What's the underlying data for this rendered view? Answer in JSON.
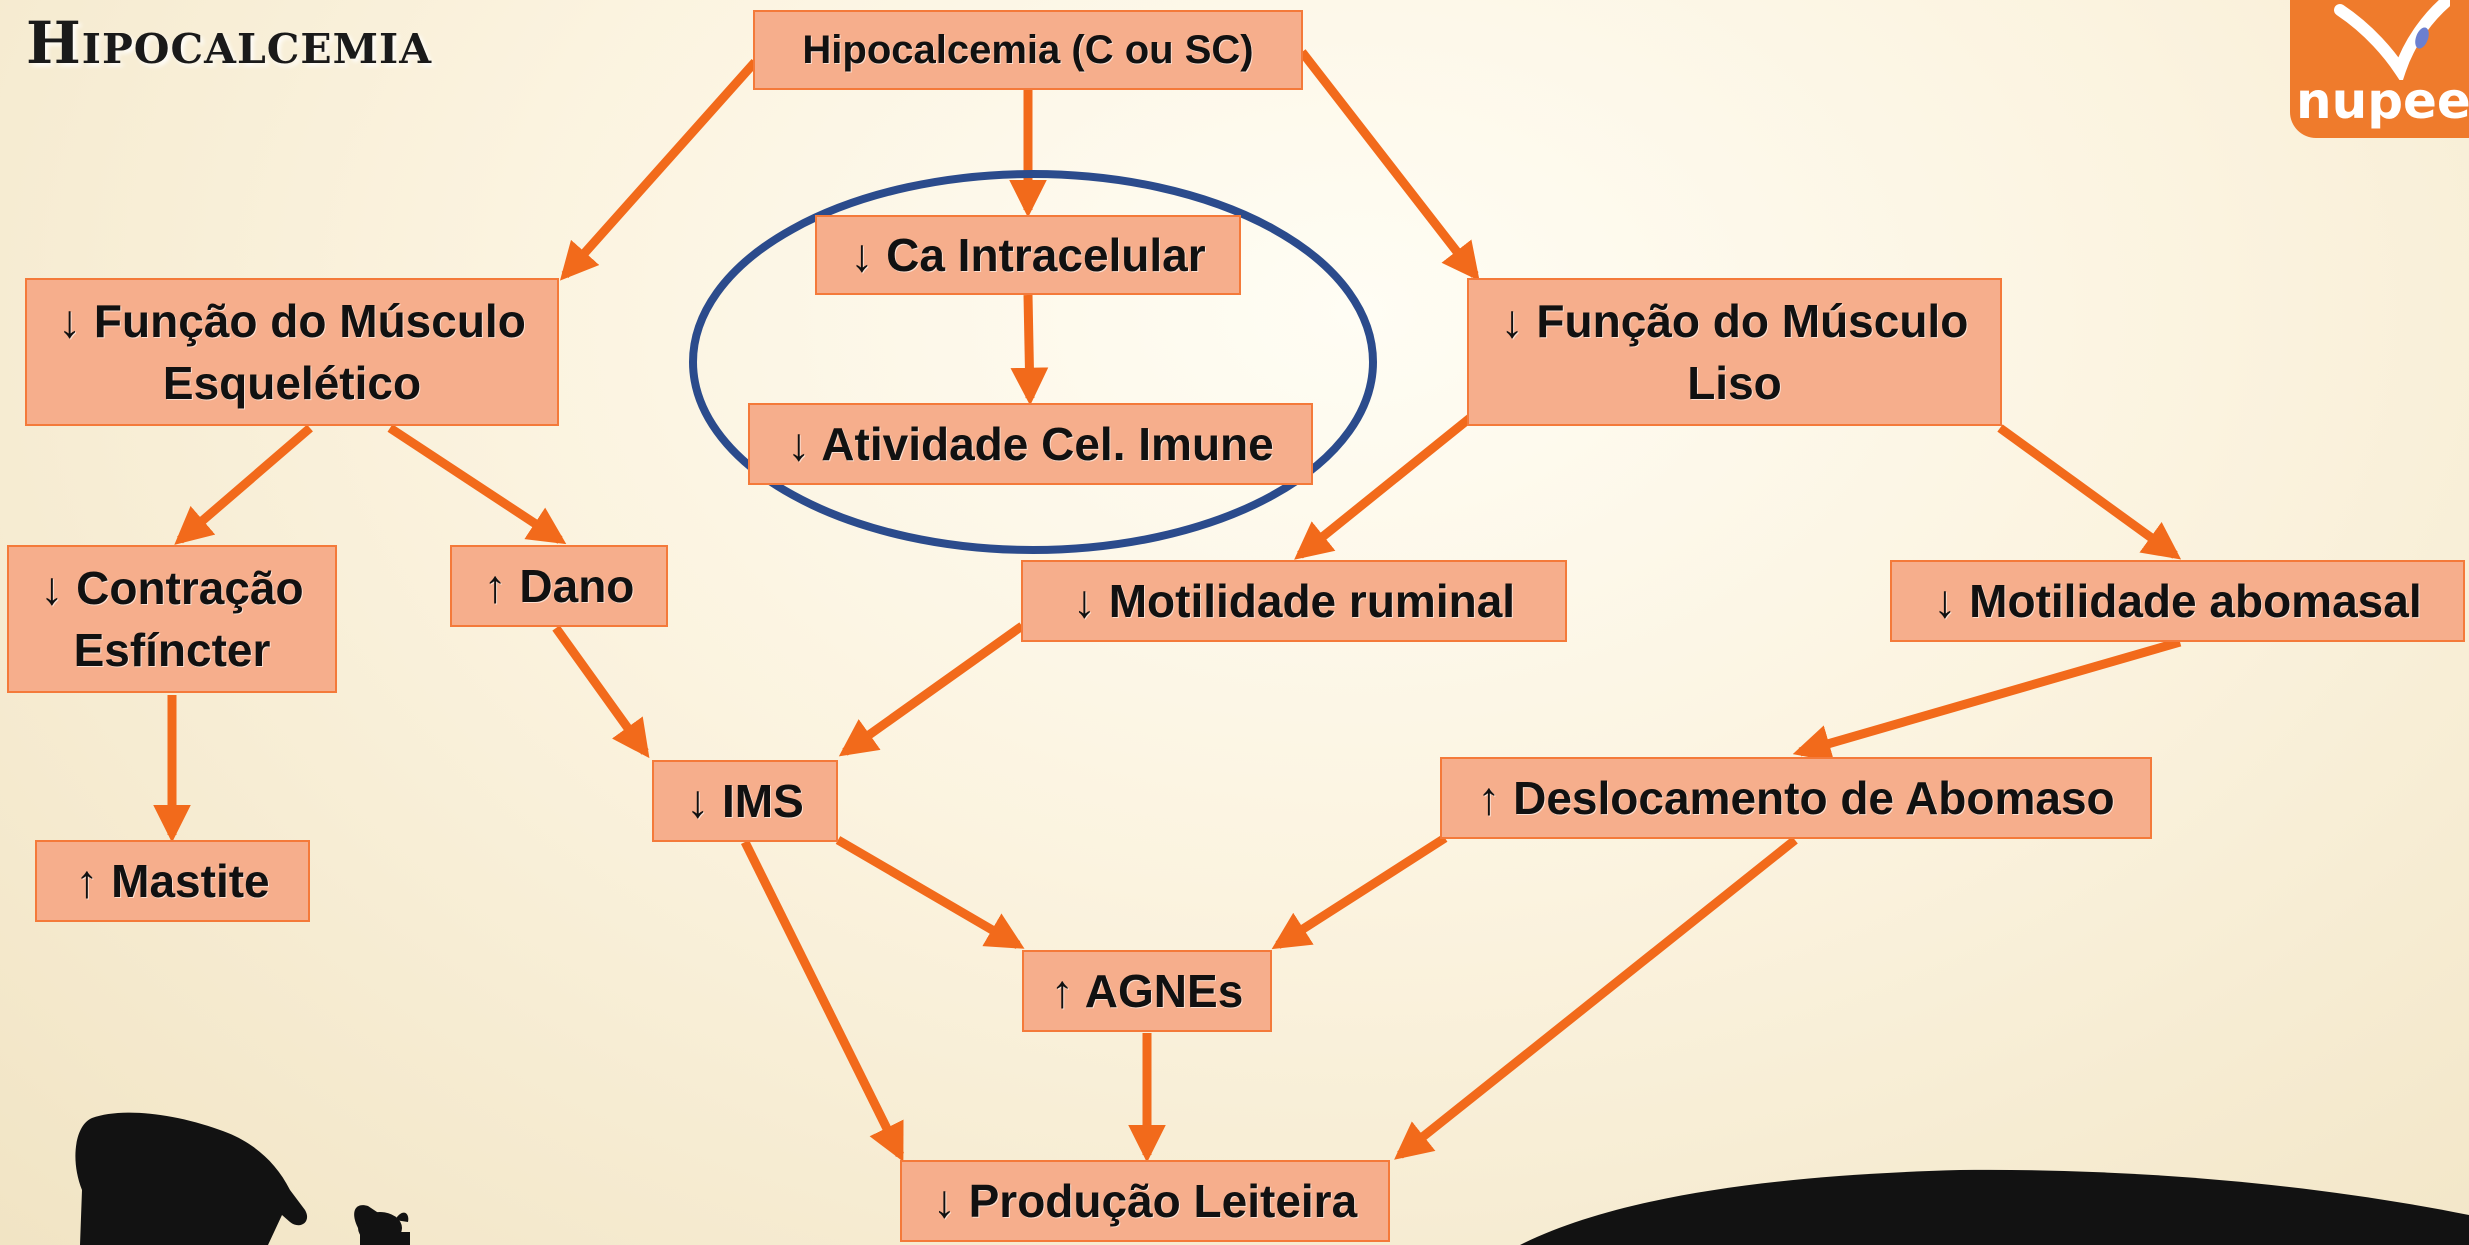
{
  "slide": {
    "title": "Hipocalcemia",
    "logo_text": "nupeec"
  },
  "diagram": {
    "nodes": {
      "root": "Hipocalcemia (C ou SC)",
      "ca_intracelular": "↓ Ca Intracelular",
      "atividade_imune": "↓ Atividade Cel. Imune",
      "musculo_esqueletico": "↓ Função do Músculo\nEsquelético",
      "musculo_liso": "↓ Função do Músculo\nLiso",
      "contracao_esfincter": "↓ Contração\nEsfíncter",
      "dano": "↑ Dano",
      "motilidade_ruminal": "↓ Motilidade ruminal",
      "motilidade_abomasal": "↓ Motilidade abomasal",
      "mastite": "↑ Mastite",
      "ims": "↓ IMS",
      "deslocamento": "↑ Deslocamento de Abomaso",
      "agnes": "↑ AGNEs",
      "producao": "↓ Produção Leiteira"
    },
    "edges": [
      [
        "root",
        "musculo_esqueletico"
      ],
      [
        "root",
        "ca_intracelular"
      ],
      [
        "root",
        "musculo_liso"
      ],
      [
        "ca_intracelular",
        "atividade_imune"
      ],
      [
        "musculo_esqueletico",
        "contracao_esfincter"
      ],
      [
        "musculo_esqueletico",
        "dano"
      ],
      [
        "musculo_liso",
        "motilidade_ruminal"
      ],
      [
        "musculo_liso",
        "motilidade_abomasal"
      ],
      [
        "contracao_esfincter",
        "mastite"
      ],
      [
        "dano",
        "ims"
      ],
      [
        "motilidade_ruminal",
        "ims"
      ],
      [
        "motilidade_abomasal",
        "deslocamento"
      ],
      [
        "ims",
        "agnes"
      ],
      [
        "ims",
        "producao"
      ],
      [
        "deslocamento",
        "agnes"
      ],
      [
        "deslocamento",
        "producao"
      ],
      [
        "agnes",
        "producao"
      ]
    ],
    "highlighted": [
      "ca_intracelular",
      "atividade_imune"
    ],
    "colors": {
      "node_fill": "#f6ae8c",
      "node_border": "#f47a3a",
      "arrow": "#f26a1b",
      "highlight_ellipse": "#2b4b8c",
      "silhouette": "#121212"
    }
  }
}
